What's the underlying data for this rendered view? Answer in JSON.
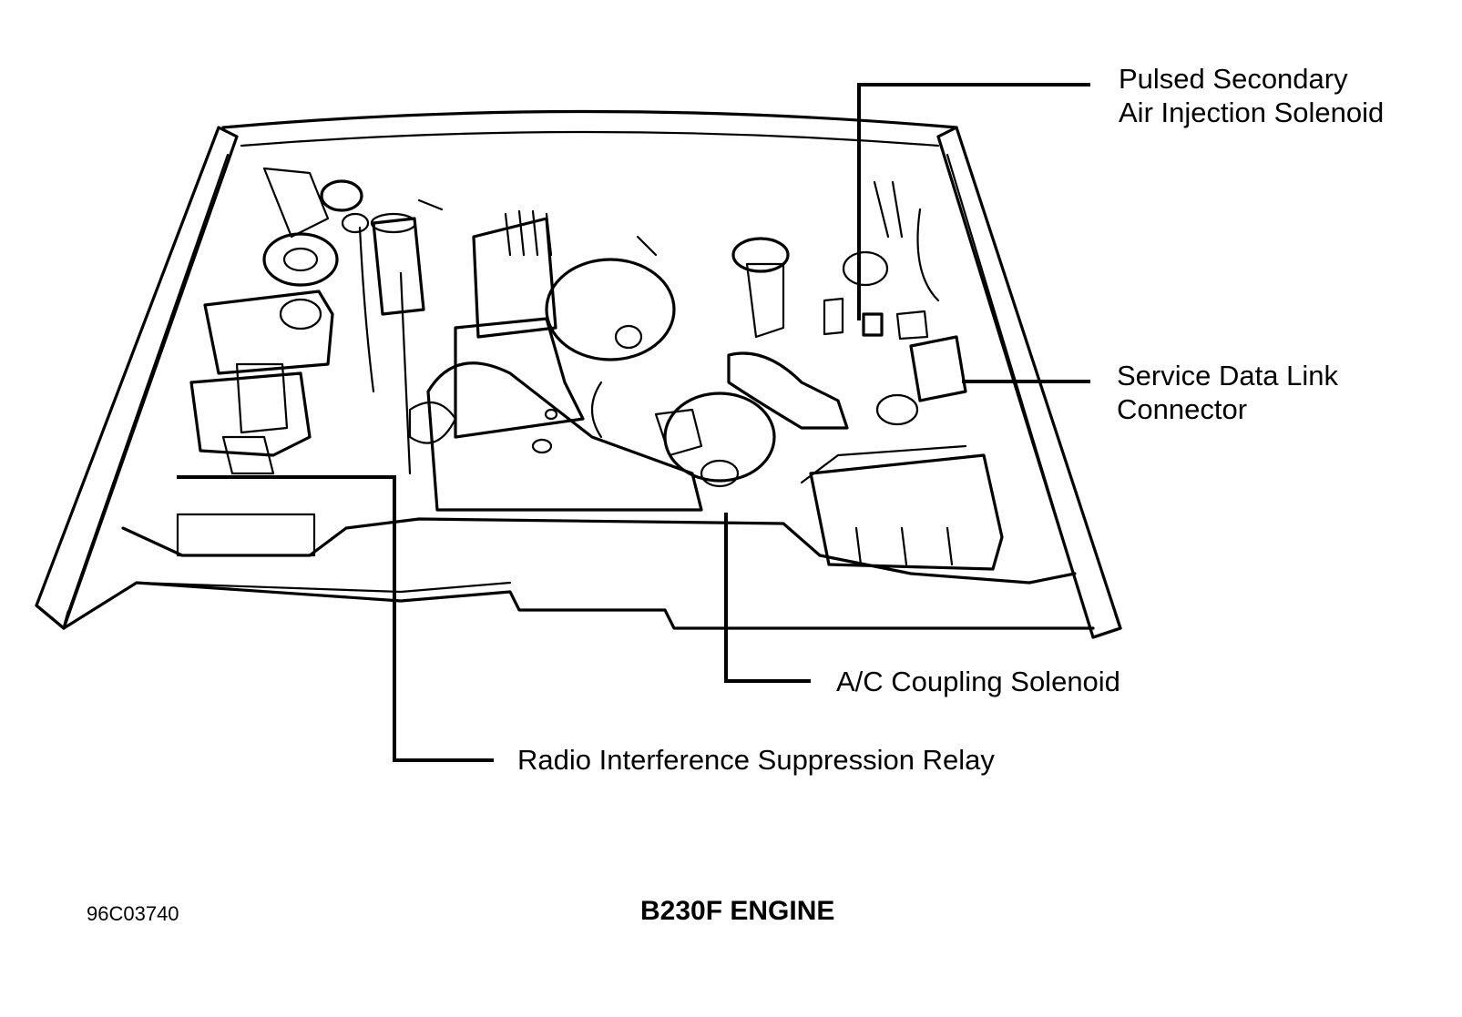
{
  "labels": {
    "pulsed_secondary": [
      "Pulsed Secondary",
      "Air Injection Solenoid"
    ],
    "service_data_link": [
      "Service Data Link",
      "Connector"
    ],
    "ac_coupling": "A/C Coupling Solenoid",
    "radio_relay": "Radio Interference Suppression Relay"
  },
  "figure": {
    "id": "96C03740",
    "title": "B230F ENGINE"
  },
  "colors": {
    "line": "#000000",
    "background": "#ffffff"
  }
}
